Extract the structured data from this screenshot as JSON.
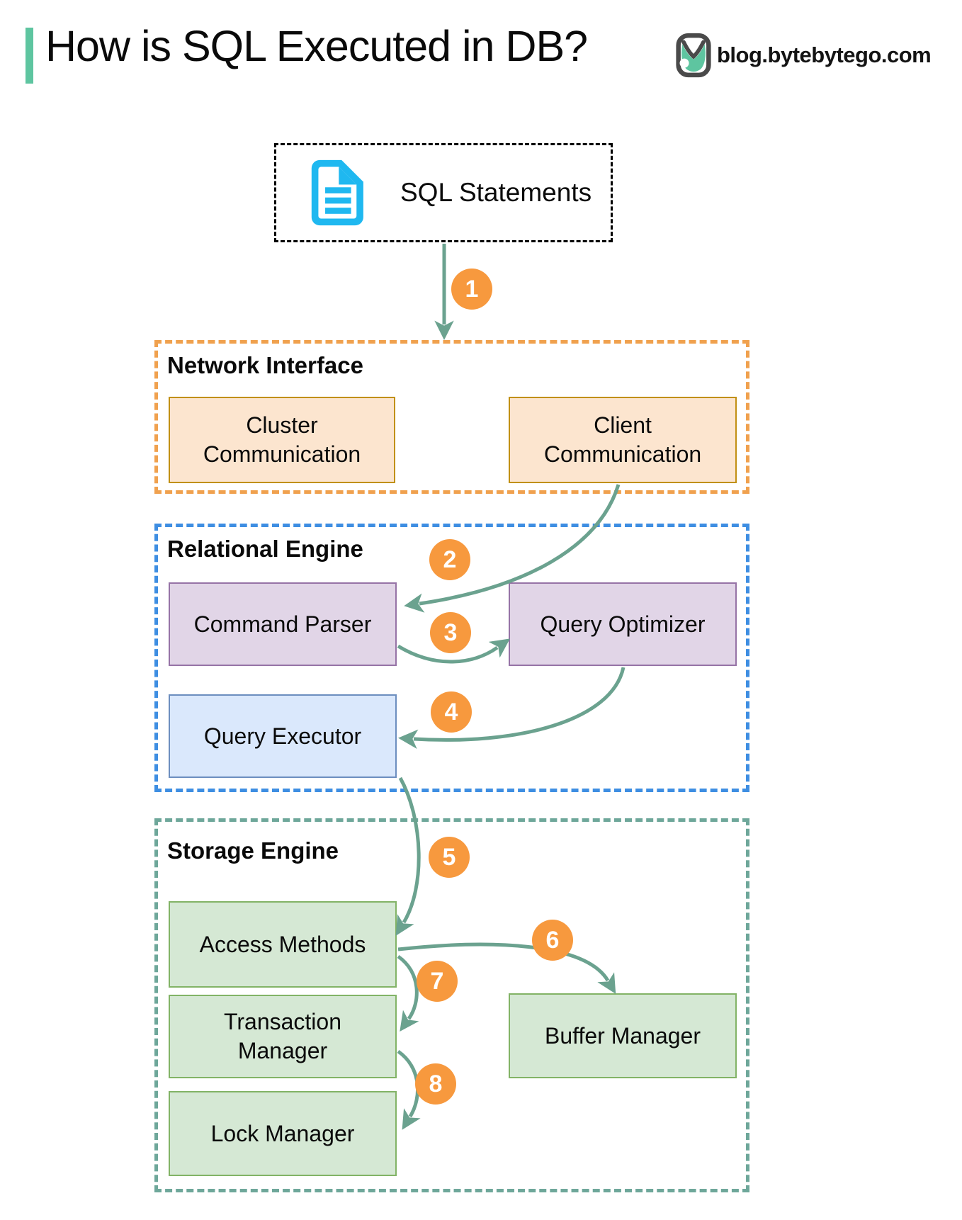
{
  "page": {
    "title": "How is SQL Executed in DB?",
    "site": "blog.bytebytego.com"
  },
  "source_box": {
    "label": "SQL Statements"
  },
  "sections": [
    {
      "title": "Network Interface",
      "border_color": "#F0A14E",
      "boxes": [
        {
          "label": "Cluster Communication"
        },
        {
          "label": "Client Communication"
        }
      ]
    },
    {
      "title": "Relational Engine",
      "border_color": "#3E8EE2",
      "boxes": [
        {
          "label": "Command Parser"
        },
        {
          "label": "Query Optimizer"
        },
        {
          "label": "Query Executor"
        }
      ]
    },
    {
      "title": "Storage Engine",
      "border_color": "#6EA79A",
      "boxes": [
        {
          "label": "Access Methods"
        },
        {
          "label": "Transaction Manager"
        },
        {
          "label": "Lock Manager"
        },
        {
          "label": "Buffer Manager"
        }
      ]
    }
  ],
  "steps": [
    "1",
    "2",
    "3",
    "4",
    "5",
    "6",
    "7",
    "8"
  ],
  "flows": [
    {
      "step": "1",
      "from": "SQL Statements",
      "to": "Network Interface"
    },
    {
      "step": "2",
      "from": "Client Communication",
      "to": "Command Parser"
    },
    {
      "step": "3",
      "from": "Command Parser",
      "to": "Query Optimizer"
    },
    {
      "step": "4",
      "from": "Query Optimizer",
      "to": "Query Executor"
    },
    {
      "step": "5",
      "from": "Query Executor",
      "to": "Access Methods"
    },
    {
      "step": "6",
      "from": "Access Methods",
      "to": "Buffer Manager"
    },
    {
      "step": "7",
      "from": "Access Methods",
      "to": "Transaction Manager"
    },
    {
      "step": "8",
      "from": "Transaction Manager",
      "to": "Lock Manager"
    }
  ],
  "colors": {
    "accent": "#5EC5A0",
    "arrow": "#6BA28F",
    "step": "#F7993E",
    "network_border": "#F0A14E",
    "relational_border": "#3E8EE2",
    "storage_border": "#6EA79A",
    "comm_fill": "#FCE5CF",
    "comm_border": "#C19013",
    "parser_fill": "#E1D5E7",
    "parser_border": "#9673A6",
    "exec_fill": "#DAE8FC",
    "exec_border": "#6C8EBF",
    "store_fill": "#D5E8D4",
    "store_border": "#82B366",
    "doc": "#1FB8F0",
    "ink": "#0A0A0A"
  }
}
